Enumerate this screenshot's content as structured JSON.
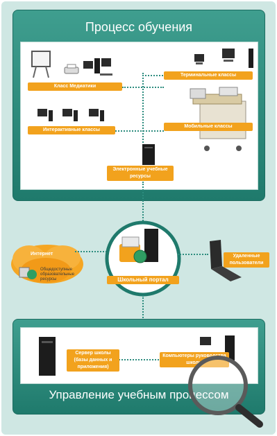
{
  "top_section": {
    "title": "Процесс обучения",
    "labels": {
      "media_class": "Класс Медиатики",
      "terminal_classes": "Терминальные классы",
      "interactive_classes": "Интерактивные классы",
      "mobile_classes": "Мобильные классы",
      "electronic_resources": "Электронные учебные ресурсы"
    }
  },
  "middle_section": {
    "internet": "Интернет",
    "public_resources": "Общедоступные образовательные ресурсы",
    "school_portal": "Школьный портал",
    "remote_users": "Удаленные пользователи"
  },
  "bottom_section": {
    "title": "Управление учебным процессом",
    "labels": {
      "school_server": "Сервер школы (базы данных и приложения)",
      "management_computers": "Компьютеры руководства школы"
    }
  },
  "colors": {
    "teal": "#1f7a6c",
    "orange": "#f2a21d",
    "background": "#cfe7e3"
  }
}
